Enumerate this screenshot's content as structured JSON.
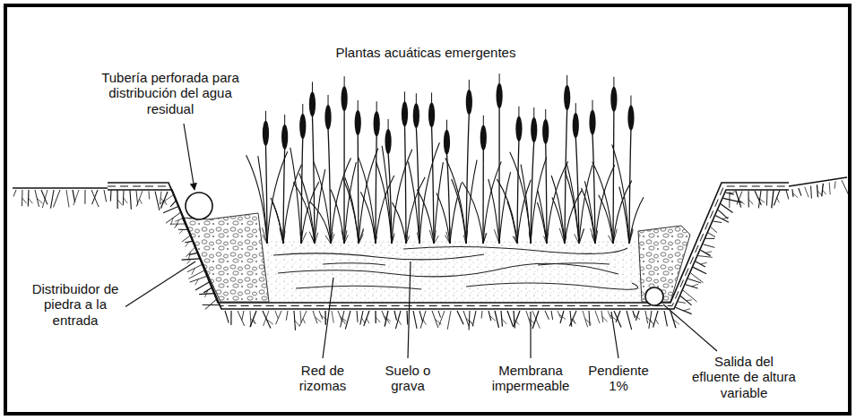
{
  "diagram": {
    "labels": [
      "Plantas acuáticas emergentes",
      "Tubería perforada para distribución del agua residual",
      "Distribuidor de piedra a la entrada",
      "Red de rizomas",
      "Suelo o grava",
      "Membrana impermeable",
      "Pendiente 1%",
      "Salida del efluente de altura variable"
    ]
  }
}
